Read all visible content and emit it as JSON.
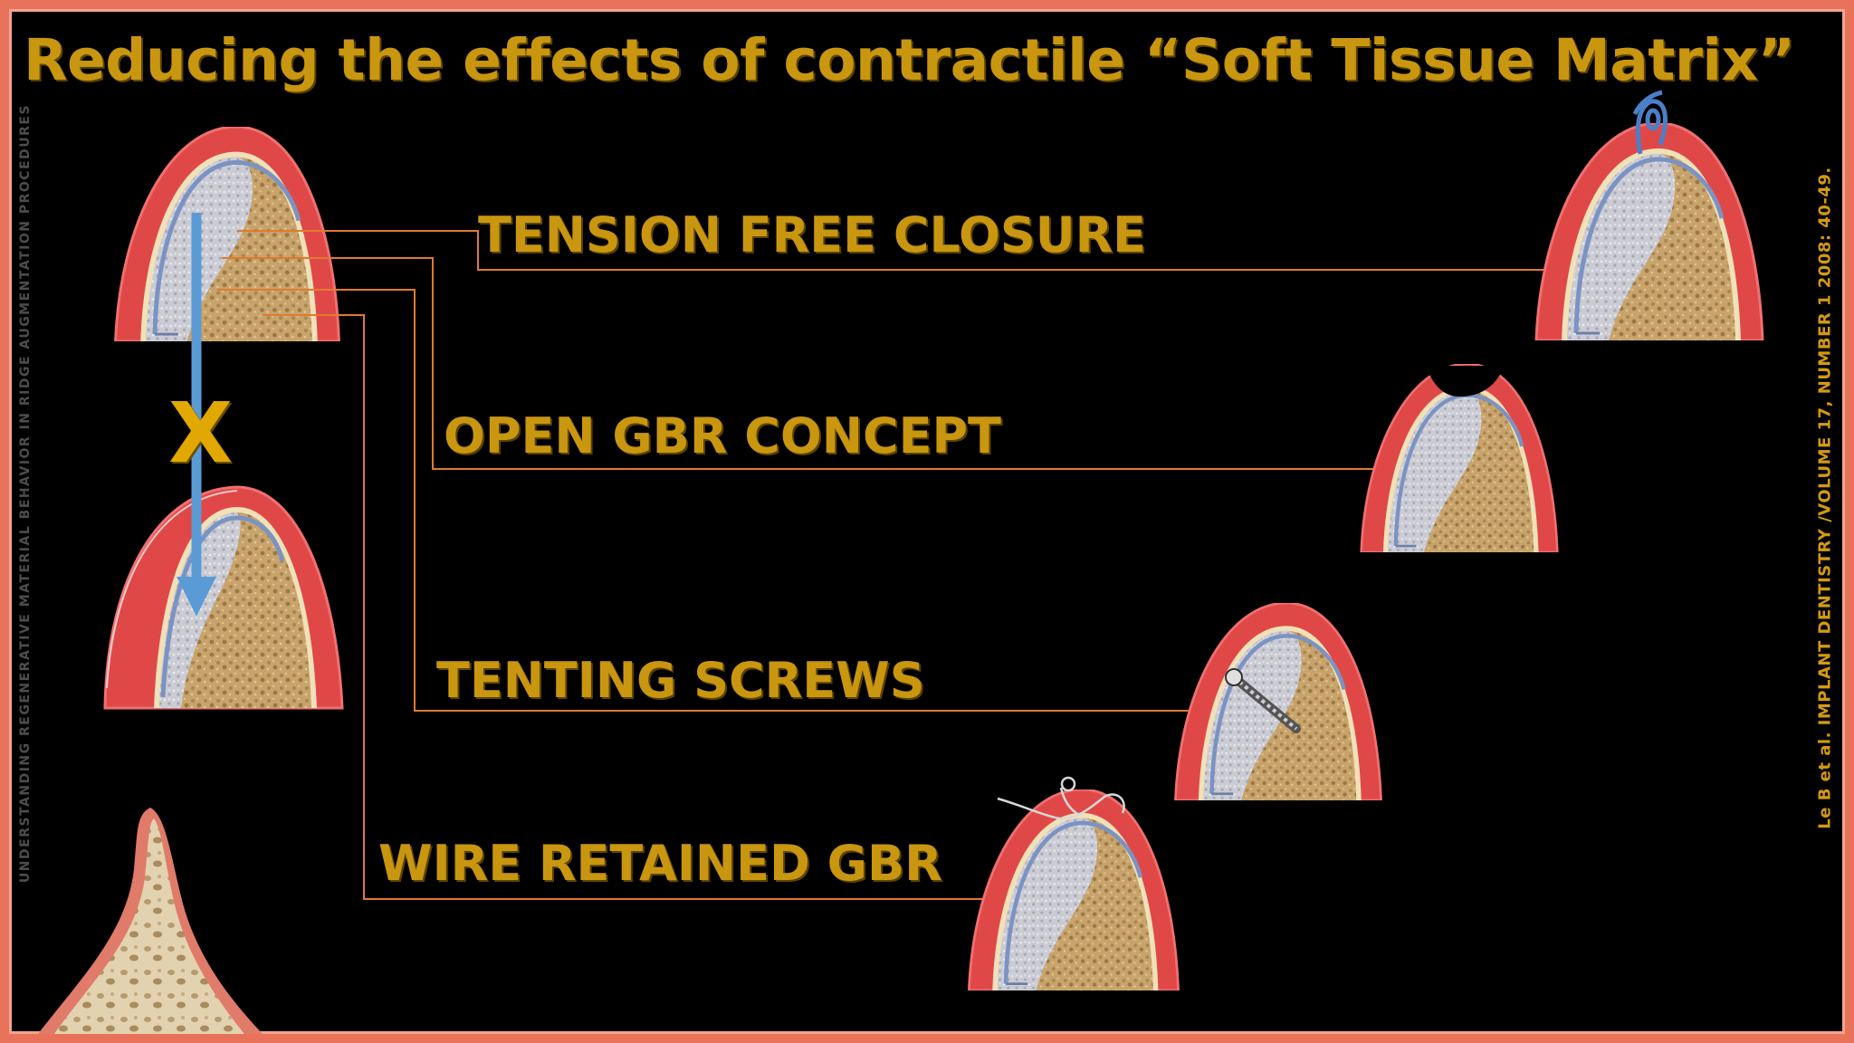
{
  "slide": {
    "title": "Reducing the effects of contractile “Soft Tissue Matrix”",
    "side_caption_left": "UNDERSTANDING REGENERATIVE MATERIAL BEHAVIOR IN RIDGE AUGMENTATION PROCEDURES",
    "citation": "Le B et al. IMPLANT DENTISTRY /VOLUME 17, NUMBER 1 2008: 40-49.",
    "x_mark": "X"
  },
  "techniques": [
    {
      "label": "TENSION FREE CLOSURE"
    },
    {
      "label": "OPEN GBR CONCEPT"
    },
    {
      "label": "TENTING SCREWS"
    },
    {
      "label": "WIRE RETAINED GBR"
    }
  ],
  "colors": {
    "title_gold": "#c99610",
    "leader_orange": "#e07a30",
    "gingiva_red": "#e04a4a",
    "bone_tan": "#c7a46e",
    "graft_gray": "#cfcfd6",
    "membrane_blue": "#6f8fc0",
    "arrow_blue": "#5b9bd5",
    "frame_salmon": "#e8735a"
  },
  "icons": {
    "suture": "suture-icon",
    "tenting_screw": "screw-icon",
    "wire": "wire-icon",
    "arrow": "arrow-down-icon"
  }
}
